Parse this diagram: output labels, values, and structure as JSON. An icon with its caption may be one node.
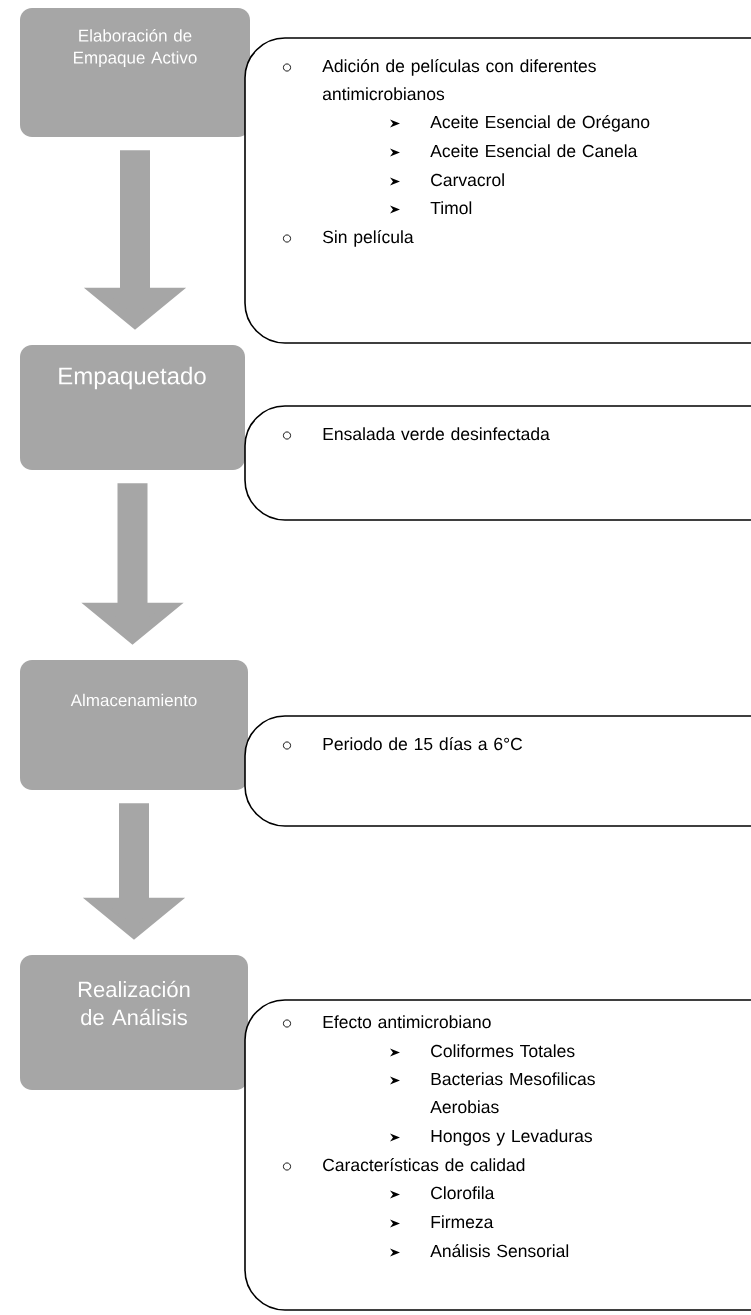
{
  "diagram": {
    "nodes": [
      {
        "text": [
          "Elaboración de Empaque Activo"
        ]
      },
      {
        "text": [
          "Adición de películas con diferentes antimicrobianos",
          "Aceite Esencial de Orégano",
          "Aceite Esencial de Canela",
          "Carvacrol",
          "Timol",
          "Sin película"
        ]
      },
      {
        "text": [
          "Empaquetado"
        ]
      },
      {
        "text": [
          "Ensalada verde desinfectada"
        ]
      },
      {
        "text": [
          "Almacenamiento"
        ]
      },
      {
        "text": [
          "Periodo de 15 días a 6°C"
        ]
      },
      {
        "text": [
          "Realización de Análisis"
        ]
      },
      {
        "text": [
          "Efecto antimicrobiano",
          "Coliformes Totales",
          "Bacterias Mesofilicas Aerobias",
          "Hongos y Levaduras",
          "Características de calidad",
          "Clorofila",
          "Firmeza",
          "Análisis Sensorial"
        ]
      }
    ],
    "edges": [
      {
        "from": 0,
        "to": 2,
        "arrow": "to"
      },
      {
        "from": 2,
        "to": 4,
        "arrow": "to"
      },
      {
        "from": 4,
        "to": 6,
        "arrow": "to"
      }
    ]
  }
}
